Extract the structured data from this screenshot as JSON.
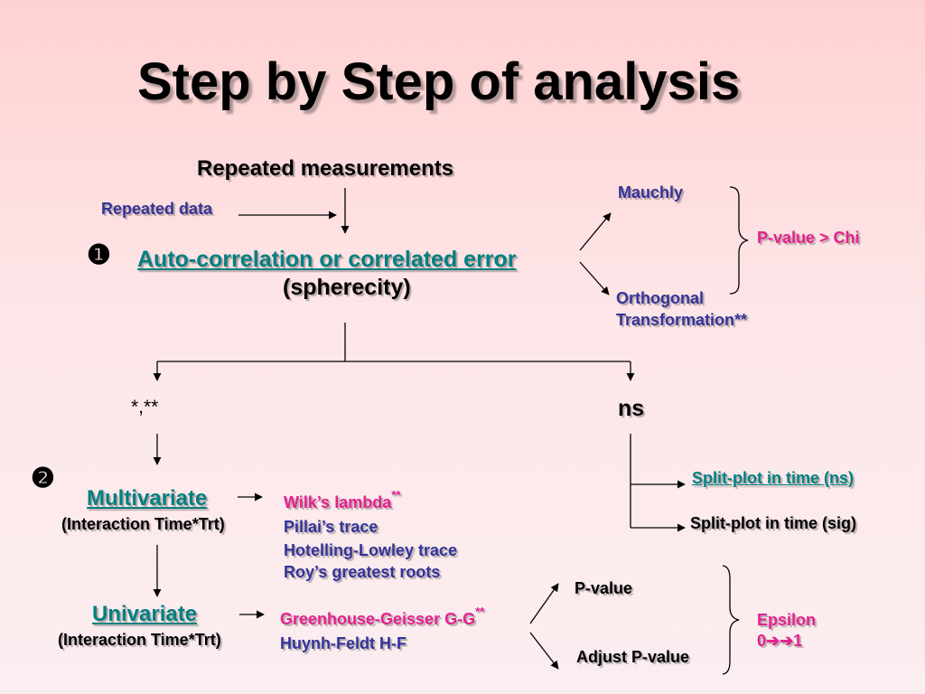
{
  "title": "Step by Step of analysis",
  "step1_marker": "❶",
  "step2_marker": "❷",
  "repeated_measurements": "Repeated measurements",
  "repeated_data": "Repeated data",
  "autocorrelation": "Auto-correlation or correlated error",
  "spherecity": "(spherecity)",
  "mauchly": "Mauchly",
  "orthogonal_line1": "Orthogonal",
  "orthogonal_line2": "Transformation**",
  "pvalue_chi": "P-value > Chi",
  "sig_symbols": "*,**",
  "ns": "ns",
  "multivariate": "Multivariate",
  "multivariate_interaction": "(Interaction Time*Trt)",
  "wilks_lambda": "Wilk’s lambda",
  "wilks_sup": "**",
  "pillai": "Pillai’s trace",
  "hotelling": "Hotelling-Lowley trace",
  "roy": "Roy’s greatest roots",
  "split_ns": "Split-plot in time (ns)",
  "split_sig": "Split-plot in time (sig)",
  "univariate": "Univariate",
  "univariate_interaction": "(Interaction Time*Trt)",
  "greenhouse": "Greenhouse-Geisser G-G",
  "greenhouse_sup": "**",
  "huynh": "Huynh-Feldt H-F",
  "pvalue": "P-value",
  "adjust_pvalue": "Adjust P-value",
  "epsilon": "Epsilon",
  "epsilon_range": "0➔➔1",
  "colors": {
    "navy": "#333399",
    "pink": "#e6208e",
    "teal": "#008080",
    "background_top": "#ffd2d2"
  }
}
